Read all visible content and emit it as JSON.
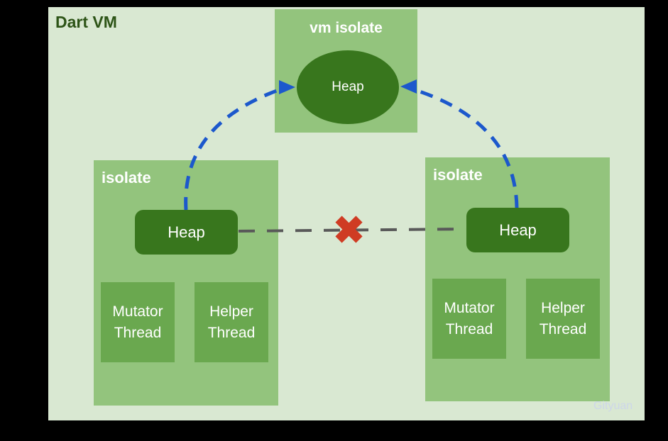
{
  "diagram": {
    "title": "Dart VM",
    "vm_isolate": {
      "label": "vm isolate",
      "heap": "Heap"
    },
    "isolate_left": {
      "label": "isolate",
      "heap": "Heap",
      "threads": [
        "Mutator Thread",
        "Helper Thread"
      ]
    },
    "isolate_right": {
      "label": "isolate",
      "heap": "Heap",
      "threads": [
        "Mutator Thread",
        "Helper Thread"
      ]
    },
    "relations": {
      "shared_access": "isolate heaps reference vm isolate heap (blue dashed arrows)",
      "forbidden_access": "direct heap-to-heap access crossed out (red X on gray dashed line)"
    },
    "watermark": "Gityuan"
  },
  "colors": {
    "background": "#000000",
    "vm_container_bg": "#d9e8d2",
    "isolate_box_green": "#93c47d",
    "thread_box_green": "#6aa84f",
    "heap_dark_green": "#38761d",
    "title_dark_green": "#2d5417",
    "label_white": "#ffffff",
    "arrow_blue": "#1c58cc",
    "line_gray": "#595959",
    "cross_red": "#cf3b23"
  }
}
